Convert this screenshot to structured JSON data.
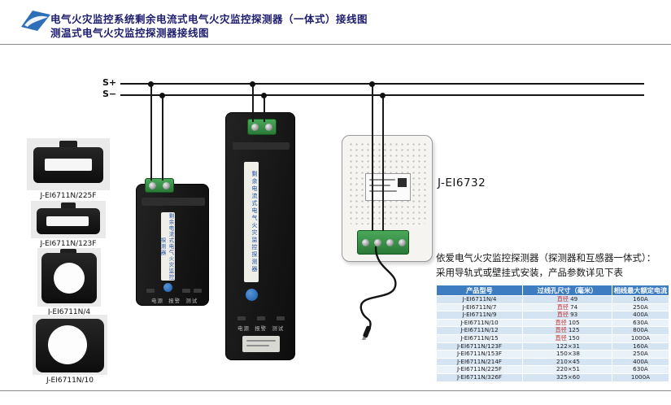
{
  "header": {
    "title_line1": "电气火灾监控系统剩余电流式电气火灾监控探测器（一体式）接线图",
    "title_line2": "测温式电气火灾监控探测器接线图"
  },
  "bus": {
    "s_plus": "S+",
    "s_minus": "S−"
  },
  "products": [
    {
      "label": "J-EI6711N/225F"
    },
    {
      "label": "J-EI6711N/123F"
    },
    {
      "label": "J-EI6711N/4"
    },
    {
      "label": "J-EI6711N/10"
    }
  ],
  "devices": {
    "detector_vertical_text": "剩余电流式电气火灾监控探测器",
    "indicator_labels": "电源  报警  测试",
    "temp_detector_model": "J-EI6732"
  },
  "note": {
    "line1": "依爱电气火灾监控探测器（探测器和互感器一体式）：",
    "line2": "采用导轨式或壁挂式安装，产品参数详见下表"
  },
  "table": {
    "headers": [
      "产品型号",
      "过线孔尺寸（毫米）",
      "相线最大额定电流"
    ],
    "rows": [
      {
        "model": "J-EI6711N/4",
        "size_prefix": "直径",
        "size": "49",
        "current": "160A"
      },
      {
        "model": "J-EI6711N/7",
        "size_prefix": "直径",
        "size": "74",
        "current": "250A"
      },
      {
        "model": "J-EI6711N/9",
        "size_prefix": "直径",
        "size": "93",
        "current": "400A"
      },
      {
        "model": "J-EI6711N/10",
        "size_prefix": "直径",
        "size": "105",
        "current": "630A"
      },
      {
        "model": "J-EI6711N/12",
        "size_prefix": "直径",
        "size": "125",
        "current": "800A"
      },
      {
        "model": "J-EI6711N/15",
        "size_prefix": "直径",
        "size": "150",
        "current": "1000A"
      },
      {
        "model": "J-EI6711N/123F",
        "size_prefix": "",
        "size": "122×31",
        "current": "160A"
      },
      {
        "model": "J-EI6711N/153F",
        "size_prefix": "",
        "size": "150×38",
        "current": "250A"
      },
      {
        "model": "J-EI6711N/214F",
        "size_prefix": "",
        "size": "210×45",
        "current": "400A"
      },
      {
        "model": "J-EI6711N/225F",
        "size_prefix": "",
        "size": "220×51",
        "current": "630A"
      },
      {
        "model": "J-EI6711N/326F",
        "size_prefix": "",
        "size": "325×60",
        "current": "1000A"
      }
    ]
  },
  "colors": {
    "accent_blue": "#2e6fb7",
    "table_header_blue": "#3d7cc1",
    "terminal_green": "#2f9140",
    "dimension_red": "#c23333"
  }
}
